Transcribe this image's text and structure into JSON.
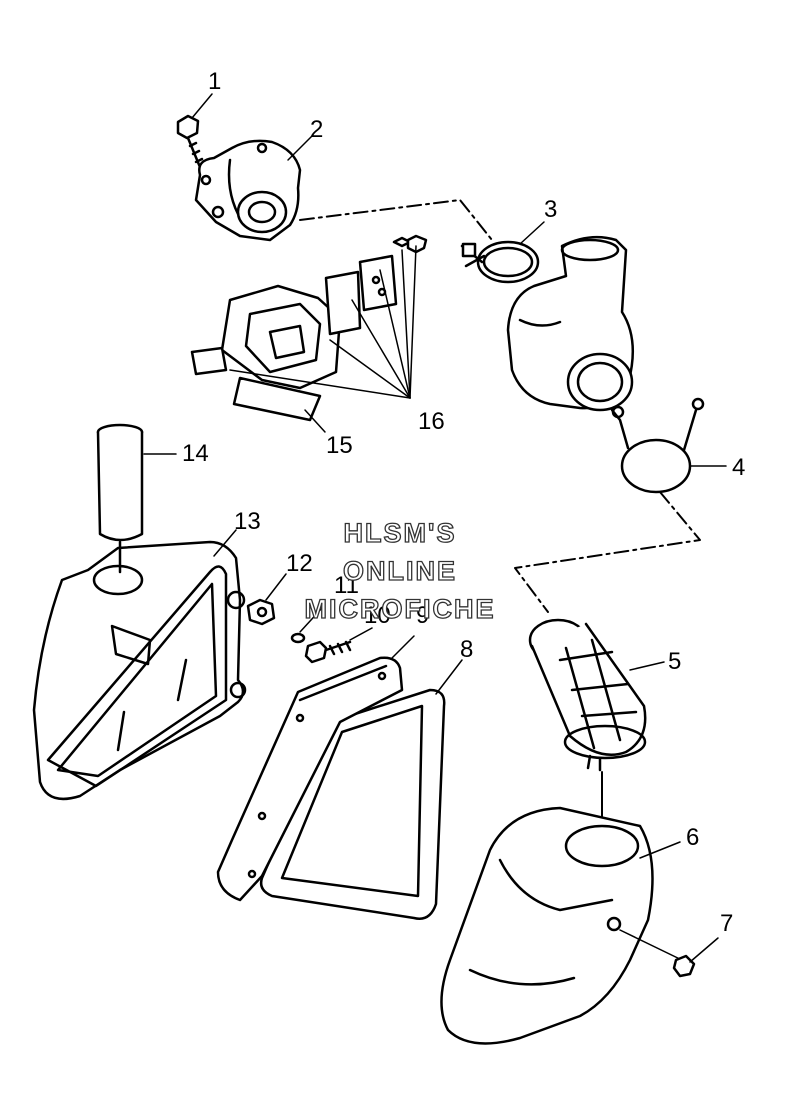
{
  "callouts": [
    "1",
    "2",
    "3",
    "4",
    "5",
    "6",
    "7",
    "8",
    "9",
    "10",
    "11",
    "12",
    "13",
    "14",
    "15",
    "16"
  ],
  "watermark": {
    "line1": "HLSM'S",
    "line2": "ONLINE",
    "line3": "MICROFICHE"
  },
  "colors": {
    "ink": "#000000",
    "paper": "#ffffff",
    "shade": "#d9d9d9"
  }
}
